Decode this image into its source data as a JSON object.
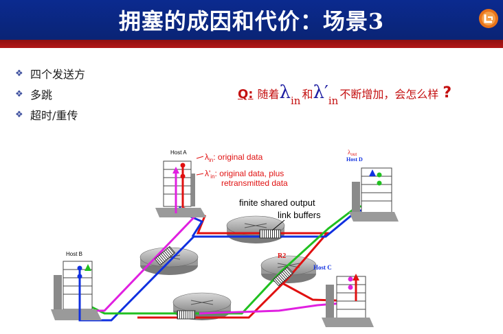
{
  "slide": {
    "title": "拥塞的成因和代价：场景3",
    "bullets": [
      "四个发送方",
      "多跳",
      "超时/重传"
    ],
    "question": {
      "q_label": "Q:",
      "part1": "随着",
      "lambda1": "λ",
      "sub1": "in",
      "part2": "和",
      "lambda2": "λ′",
      "sub2": "in",
      "part3": "不断增加，会怎么样",
      "qmark": "?"
    }
  },
  "diagram": {
    "host_a": "Host A",
    "host_b": "Host B",
    "host_c": "Host C",
    "host_d": "Host D",
    "router_r2": "R2",
    "lambda_in_sym": "λ",
    "lambda_in_sub": "in",
    "lambda_in_text": ": original data",
    "lambda_prime_sym": "λ'",
    "lambda_prime_sub": "in",
    "lambda_prime_text": ": original data, plus",
    "lambda_prime_text2": "retransmitted data",
    "lambda_out_sym": "λ",
    "lambda_out_sub": "out",
    "buffer_label_1": "finite shared output",
    "buffer_label_2": "link buffers",
    "colors": {
      "red": "#e01010",
      "blue": "#1030e0",
      "green": "#20c020",
      "magenta": "#e020e0"
    }
  }
}
